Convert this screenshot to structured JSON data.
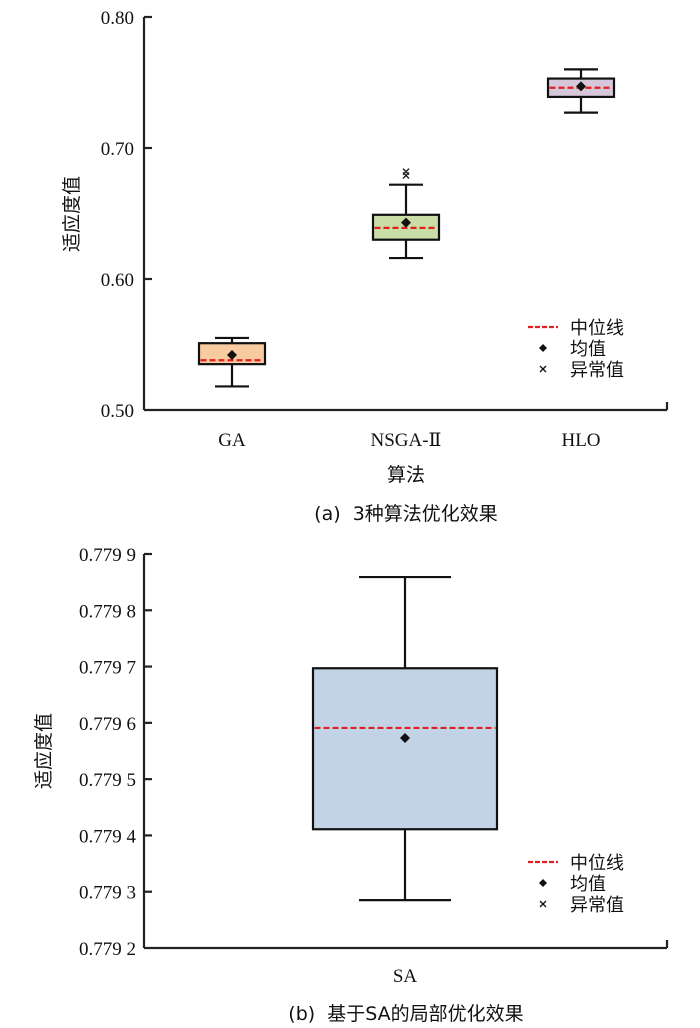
{
  "chart_data": [
    {
      "type": "box",
      "panel": "a",
      "title": "",
      "caption": "(a)  3种算法优化效果",
      "xlabel": "算法",
      "ylabel": "适应度值",
      "ylim": [
        0.5,
        0.8
      ],
      "yticks": [
        0.5,
        0.6,
        0.7,
        0.8
      ],
      "ytick_labels": [
        "0.50",
        "0.60",
        "0.70",
        "0.80"
      ],
      "grid": false,
      "legend_position": "bottom-right",
      "legend": [
        {
          "symbol": "dashed-line",
          "label": "中位线",
          "color": "#e02020"
        },
        {
          "symbol": "diamond",
          "label": "均值",
          "color": "#111111"
        },
        {
          "symbol": "x",
          "label": "异常值",
          "color": "#111111"
        }
      ],
      "categories": [
        "GA",
        "NSGA-Ⅱ",
        "HLO"
      ],
      "series": [
        {
          "name": "GA",
          "fill": "#f8cba0",
          "whisker_low": 0.518,
          "q1": 0.535,
          "median": 0.538,
          "q3": 0.551,
          "whisker_high": 0.555,
          "mean": 0.542,
          "outliers": []
        },
        {
          "name": "NSGA-Ⅱ",
          "fill": "#c9dea6",
          "whisker_low": 0.616,
          "q1": 0.63,
          "median": 0.639,
          "q3": 0.649,
          "whisker_high": 0.672,
          "mean": 0.643,
          "outliers": [
            0.679,
            0.682
          ]
        },
        {
          "name": "HLO",
          "fill": "#d6c8da",
          "whisker_low": 0.727,
          "q1": 0.739,
          "median": 0.746,
          "q3": 0.753,
          "whisker_high": 0.76,
          "mean": 0.747,
          "outliers": []
        }
      ]
    },
    {
      "type": "box",
      "panel": "b",
      "title": "",
      "caption": "(b)  基于SA的局部优化效果",
      "xlabel": "",
      "ylabel": "适应度值",
      "ylim": [
        0.7792,
        0.7799
      ],
      "yticks": [
        0.7792,
        0.7793,
        0.7794,
        0.7795,
        0.7796,
        0.7797,
        0.7798,
        0.7799
      ],
      "ytick_labels": [
        "0.779 2",
        "0.779 3",
        "0.779 4",
        "0.779 5",
        "0.779 6",
        "0.779 7",
        "0.779 8",
        "0.779 9"
      ],
      "grid": false,
      "legend_position": "bottom-right",
      "legend": [
        {
          "symbol": "dashed-line",
          "label": "中位线",
          "color": "#e02020"
        },
        {
          "symbol": "diamond",
          "label": "均值",
          "color": "#111111"
        },
        {
          "symbol": "x",
          "label": "异常值",
          "color": "#111111"
        }
      ],
      "categories": [
        "SA"
      ],
      "series": [
        {
          "name": "SA",
          "fill": "#c3d3e6",
          "whisker_low": 0.779285,
          "q1": 0.779411,
          "median": 0.779591,
          "q3": 0.779697,
          "whisker_high": 0.779859,
          "mean": 0.779573,
          "outliers": []
        }
      ]
    }
  ]
}
